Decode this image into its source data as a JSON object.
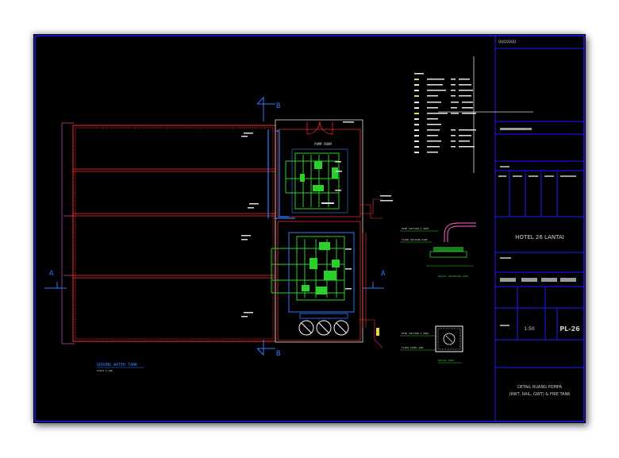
{
  "drawing": {
    "title_block": {
      "header_code": "QQQQQQQ",
      "project_name": "HOTEL 26 LANTAI",
      "scale": "1:50",
      "sheet_number": "PL-26",
      "drawing_title_line1": "DETAIL RUANG POMPA",
      "drawing_title_line2": "(RWT, RAIL, GWT) & FIRE TANK"
    },
    "main_plan": {
      "caption": "GROUND WATER TANK",
      "caption_scale": "SCALE 1:100",
      "section_a": "A",
      "section_b": "B",
      "pump_room_label": "PUMP ROOM"
    },
    "details": {
      "detail1_caption": "DETAIL SEPARATOR PIPE",
      "detail2_caption": "DETAIL SUMP",
      "detail1_note1": "PIPE SUCTION 4 INCH",
      "detail1_note2": "FLOOR SUCTION PIPE",
      "detail2_note1": "PIPE SUCTION 4 INCH",
      "detail2_note2": "FLOOR STEEL GUN"
    },
    "colors": {
      "background": "#000000",
      "border": "#1b1bff",
      "wall": "#ff2e2e",
      "pipe": "#2bd12b",
      "accent": "#2f7cff",
      "text": "#ffffff"
    }
  }
}
